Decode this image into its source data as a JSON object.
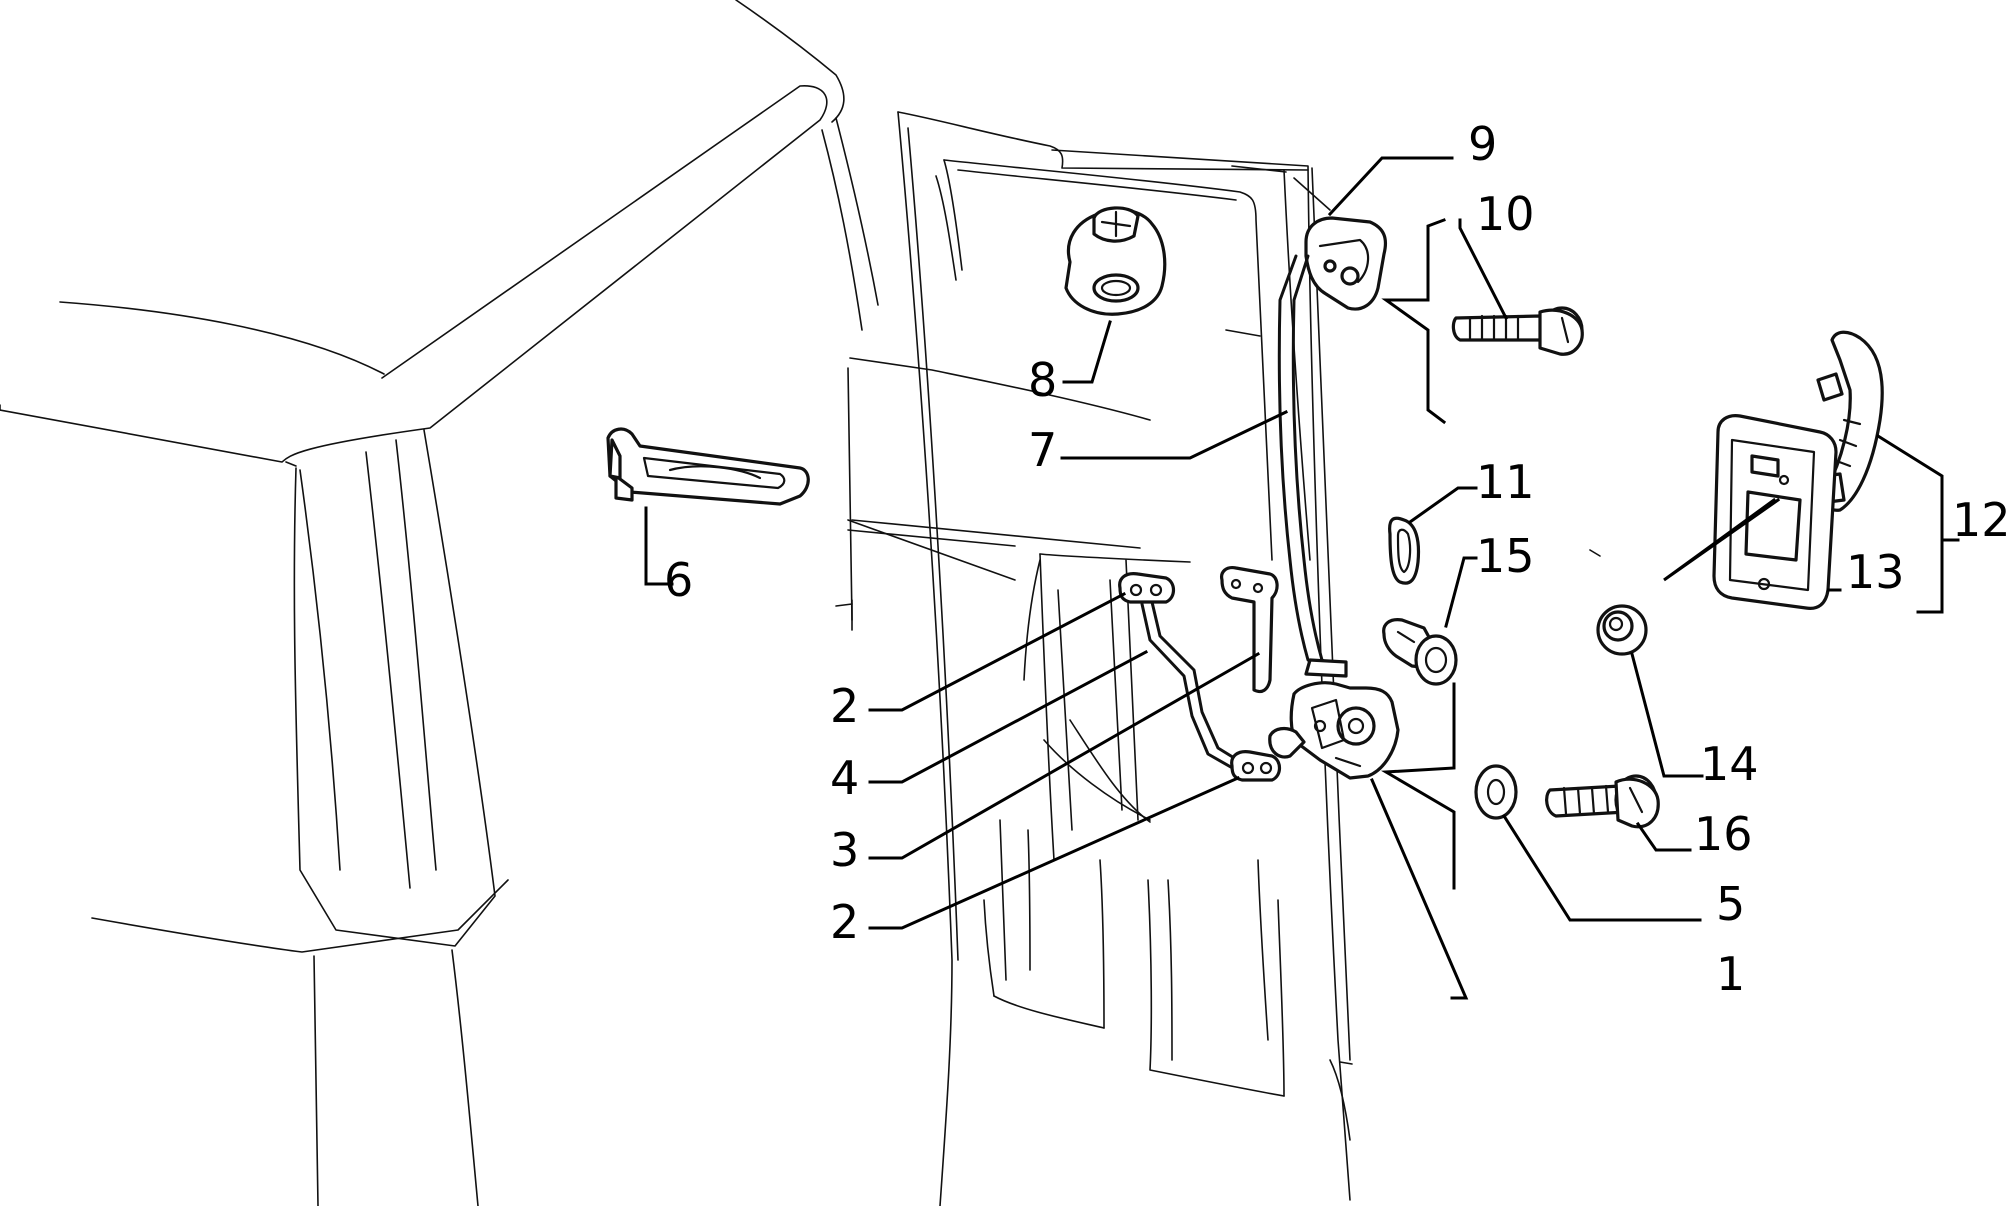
{
  "callouts": [
    {
      "id": "c1",
      "text": "1"
    },
    {
      "id": "c2a",
      "text": "2"
    },
    {
      "id": "c2b",
      "text": "2"
    },
    {
      "id": "c3",
      "text": "3"
    },
    {
      "id": "c4",
      "text": "4"
    },
    {
      "id": "c5",
      "text": "5"
    },
    {
      "id": "c6",
      "text": "6"
    },
    {
      "id": "c7",
      "text": "7"
    },
    {
      "id": "c8",
      "text": "8"
    },
    {
      "id": "c9",
      "text": "9"
    },
    {
      "id": "c10",
      "text": "10"
    },
    {
      "id": "c11",
      "text": "11"
    },
    {
      "id": "c12",
      "text": "12"
    },
    {
      "id": "c13",
      "text": "13"
    },
    {
      "id": "c14",
      "text": "14"
    },
    {
      "id": "c15",
      "text": "15"
    },
    {
      "id": "c16",
      "text": "16"
    }
  ]
}
